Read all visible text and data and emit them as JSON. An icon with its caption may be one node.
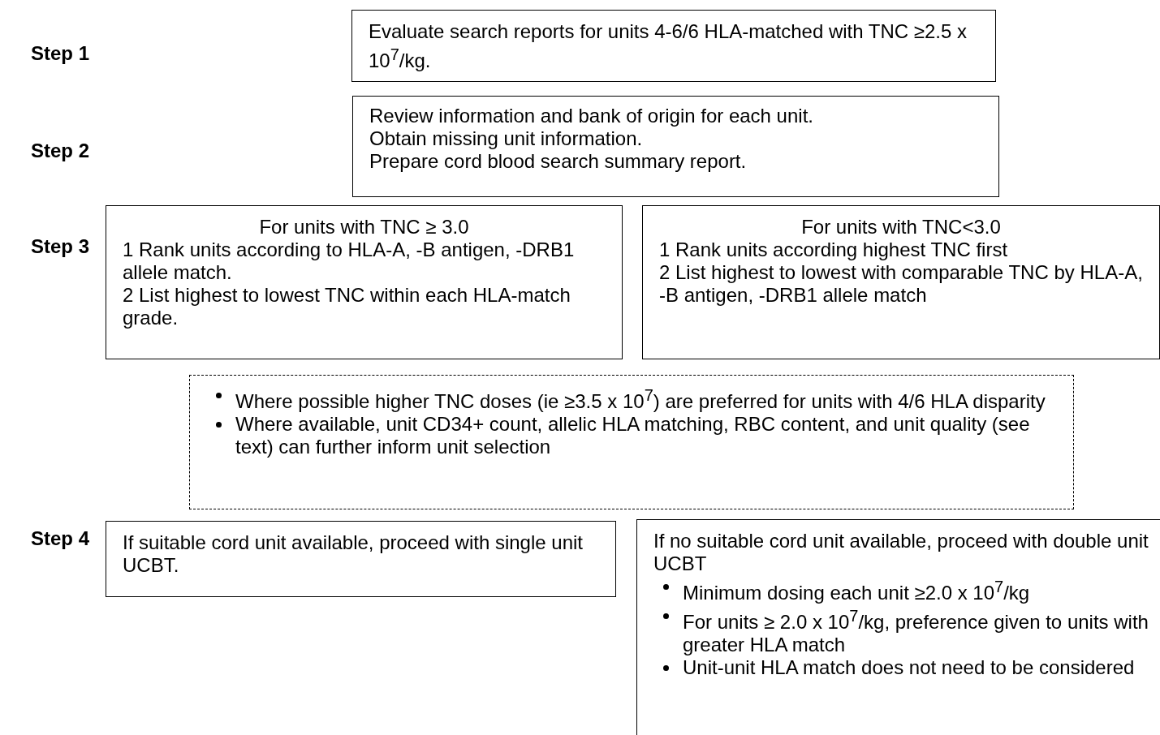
{
  "diagram": {
    "nodes": [
      {
        "text": [
          "Evaluate search reports for units 4-6/6 HLA-matched with TNC ≥2.5 x 10$^{7}$/kg."
        ]
      },
      {
        "text": [
          "Review information and bank of origin for each unit.",
          "Obtain missing unit information.",
          "Prepare cord blood search summary report."
        ]
      },
      {
        "text": [
          "For units with TNC ≥ 3.0",
          "1 Rank units according to HLA-A, -B antigen, -DRB1 allele match.",
          "2 List highest to lowest TNC within each HLA-match grade."
        ]
      },
      {
        "text": [
          "For units with TNC<3.0",
          "1 Rank units according highest TNC first",
          "2 List highest to lowest with comparable TNC by HLA-A, -B antigen, -DRB1 allele match"
        ]
      },
      {
        "text": [
          "Where possible higher TNC doses (ie ≥3.5 x 10$^{7}$) are preferred for units with 4/6 HLA disparity",
          "Where available, unit CD34+ count, allelic HLA matching, RBC content, and unit quality (see text) can further inform unit selection"
        ]
      },
      {
        "text": [
          "If suitable cord unit available, proceed with single unit UCBT."
        ]
      },
      {
        "text": [
          "If no suitable cord unit available, proceed with double unit UCBT",
          "Minimum dosing each unit ≥2.0 x 10$^{7}$/kg",
          "For units ≥ 2.0 x 10$^{7}$/kg, preference given to units with greater HLA match",
          "Unit-unit HLA match does not need to be considered"
        ]
      }
    ],
    "labels": [
      "Step 1",
      "Step 2",
      "Step 3",
      "Step 4"
    ]
  }
}
